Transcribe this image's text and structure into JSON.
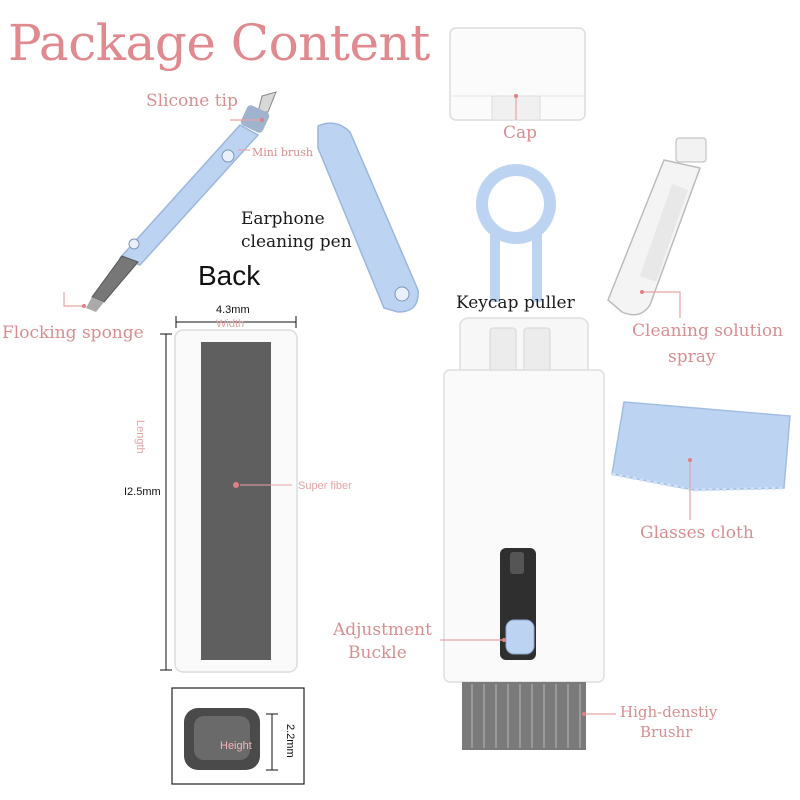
{
  "title": "Package Content",
  "back_label": "Back",
  "labels": {
    "silicone_tip": "Slicone tip",
    "mini_brush": "Mini brush",
    "earphone_line1": "Earphone",
    "earphone_line2": "cleaning pen",
    "flocking_sponge": "Flocking sponge",
    "cap": "Cap",
    "keycap_puller": "Keycap puller",
    "cleaning_line1": "Cleaning solution",
    "cleaning_line2": "spray",
    "glasses_cloth": "Glasses cloth",
    "adjustment_line1": "Adjustment",
    "adjustment_line2": "Buckle",
    "brush_line1": "High-denstiy",
    "brush_line2": "Brushr",
    "super_fiber": "Super fiber"
  },
  "dimensions": {
    "width_value": "4.3mm",
    "width_label": "Width",
    "length_label": "Length",
    "length_value": "I2.5mm",
    "height_label": "Height",
    "height_value": "2.2mm"
  },
  "colors": {
    "label_pink": "#d98e90",
    "title_pink": "#e0898f",
    "product_blue": "#bcd3f2",
    "product_white": "#f7f7f7",
    "sponge_gray": "#5f5f5f"
  }
}
